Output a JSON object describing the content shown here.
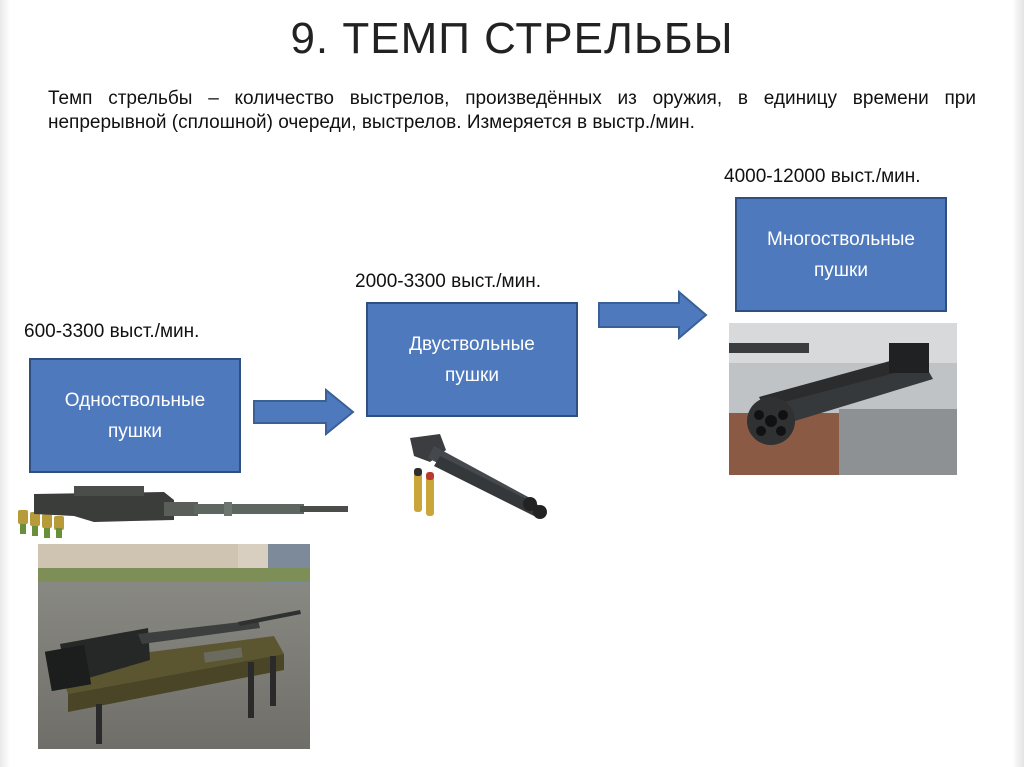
{
  "title": "9. ТЕМП СТРЕЛЬБЫ",
  "intro": "Темп стрельбы – количество выстрелов, произведённых из оружия, в единицу времени при непрерывной (сплошной) очереди, выстрелов. Измеряется в выстр./мин.",
  "stages": [
    {
      "rate": "600-3300 выст./мин.",
      "label_line1": "Одноствольные",
      "label_line2": "пушки"
    },
    {
      "rate": "2000-3300 выст./мин.",
      "label_line1": "Двуствольные",
      "label_line2": "пушки"
    },
    {
      "rate": "4000-12000 выст./мин.",
      "label_line1": "Многоствольные",
      "label_line2": "пушки"
    }
  ],
  "colors": {
    "box_fill": "#4f79bd",
    "box_border": "#2f4f80",
    "box_text": "#ffffff",
    "arrow_fill": "#4f79bd"
  },
  "images": {
    "single_barrel_gun": "photo of single-barrel aircraft cannon with ammunition belt",
    "single_barrel_field": "photo of single-barrel cannon on a table outdoors",
    "twin_barrel_gun": "photo of twin-barrel cannon with two cartridges",
    "multi_barrel_gun": "photo of rotary multi-barrel cannon"
  }
}
